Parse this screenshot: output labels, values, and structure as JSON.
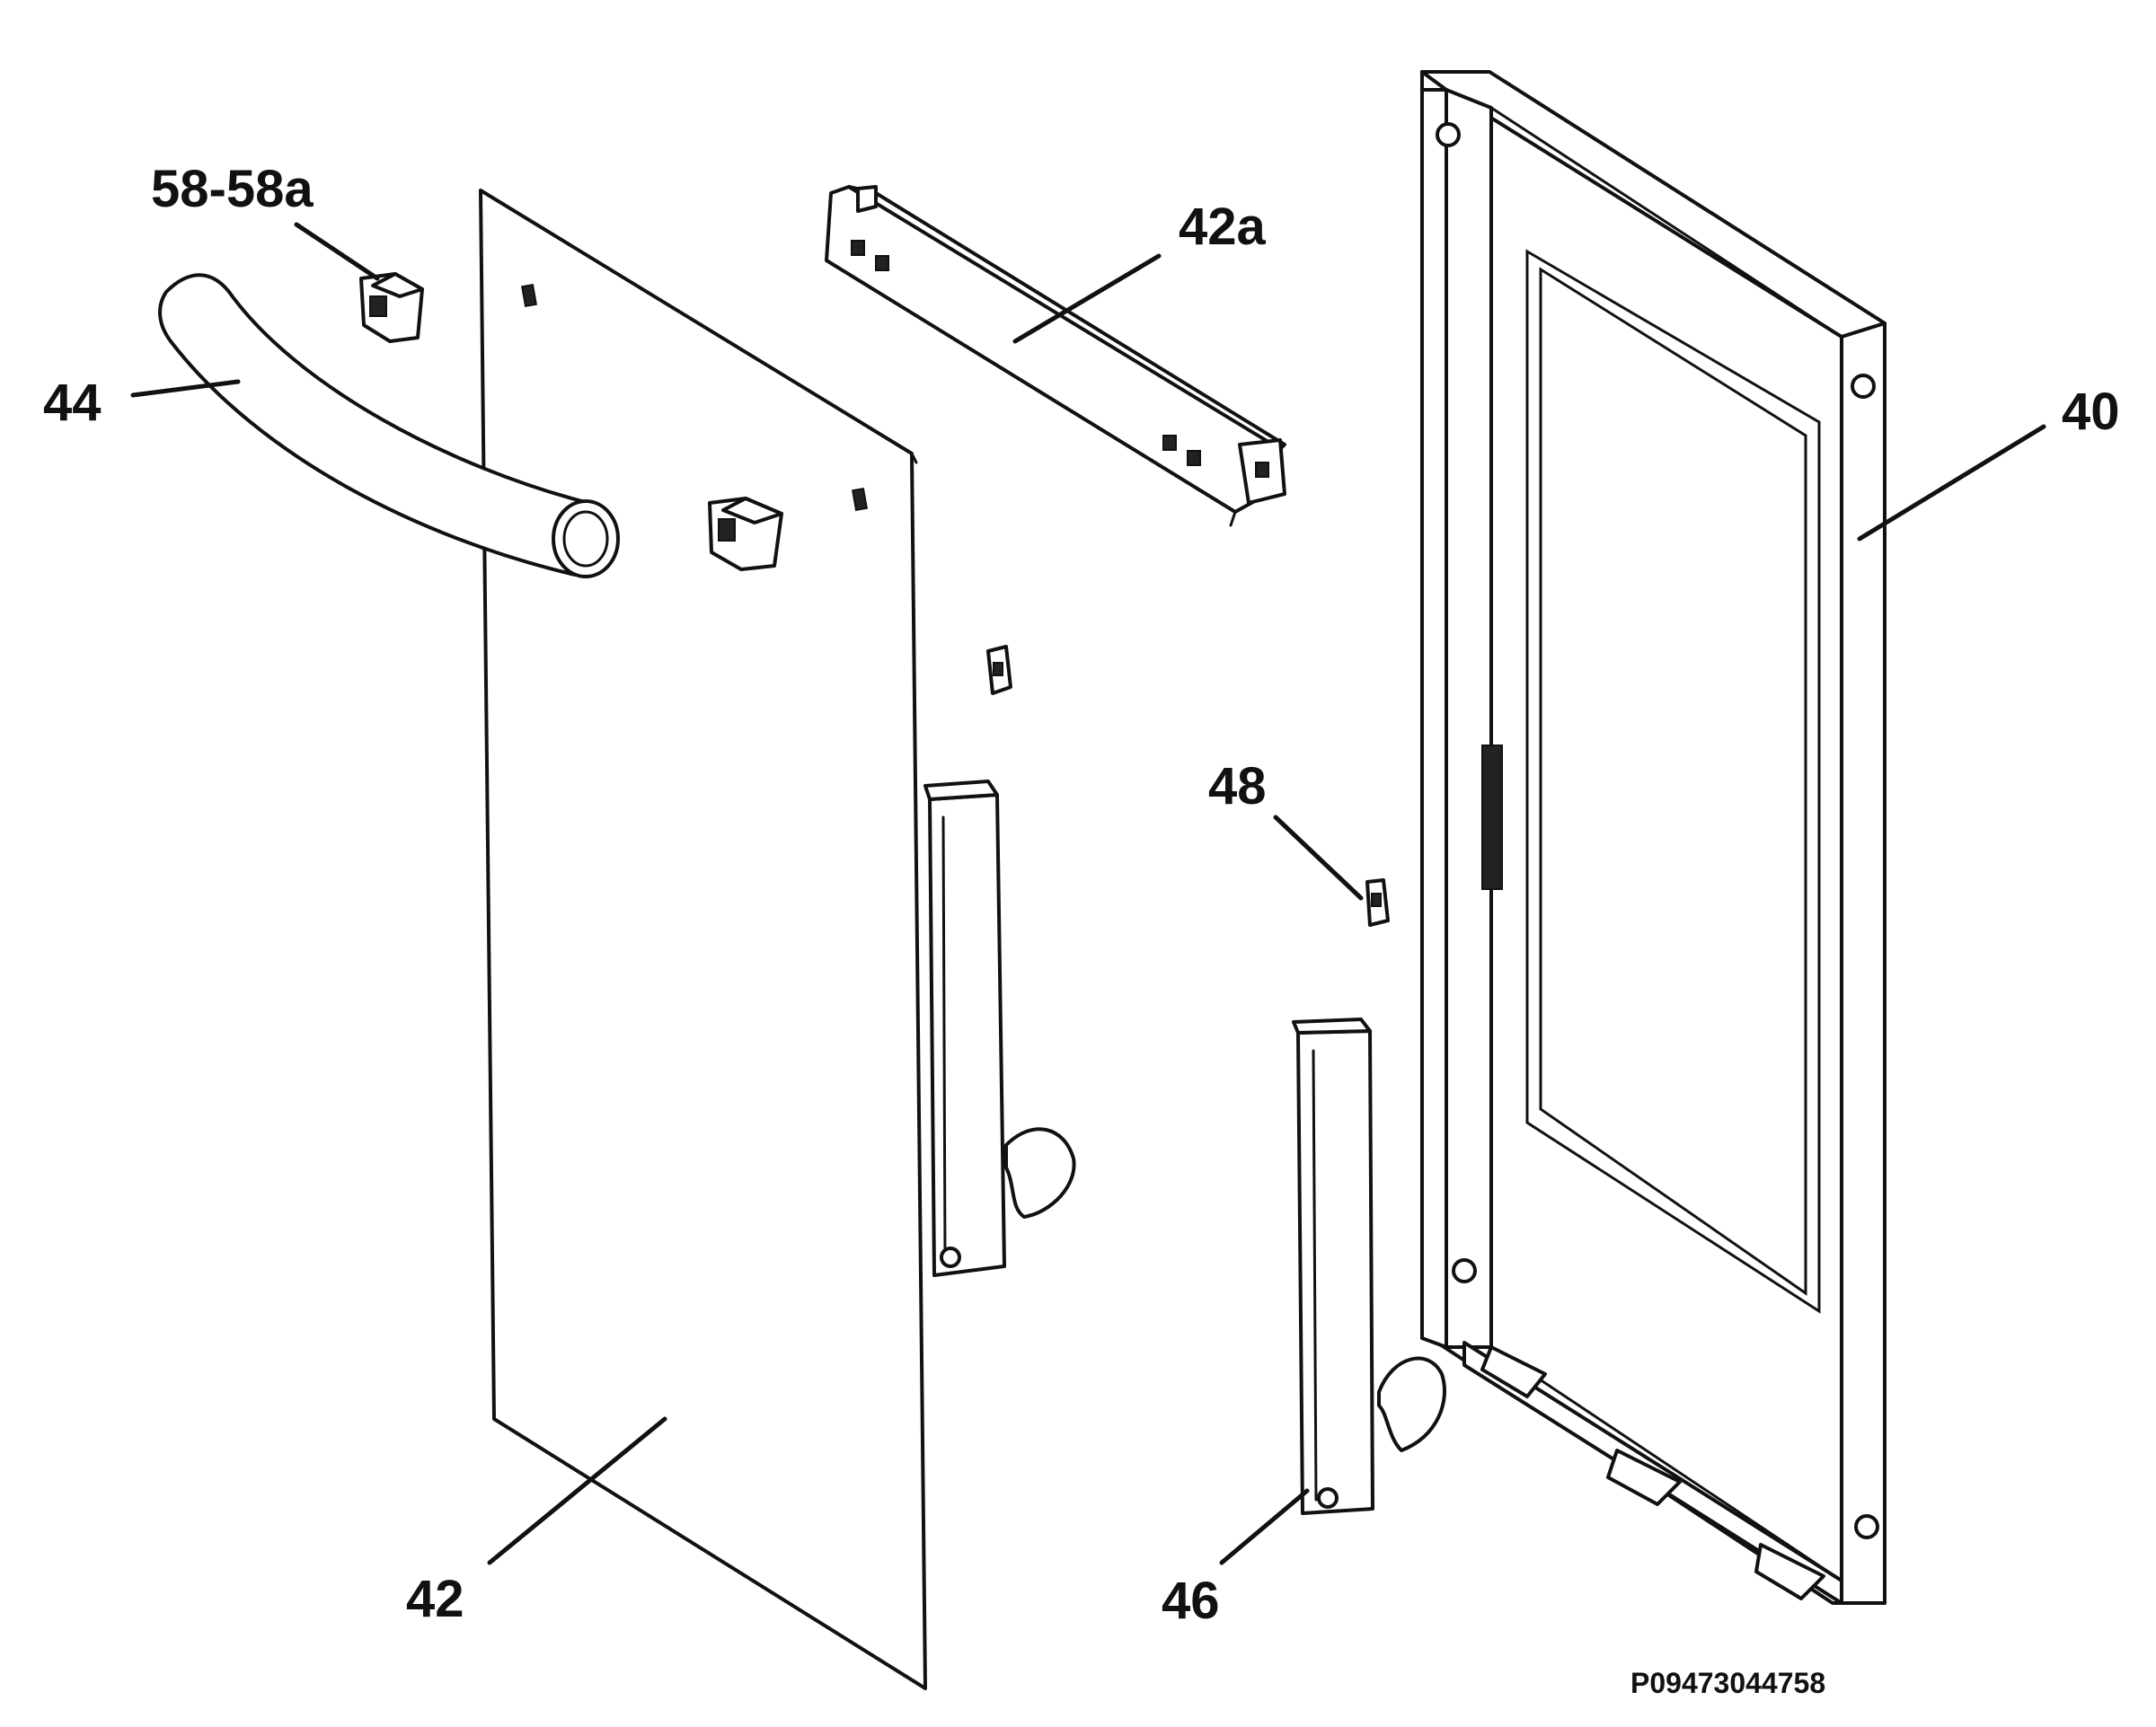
{
  "labels": {
    "handle_clips": "58-58a",
    "handle": "44",
    "top_profile": "42a",
    "door_frame": "40",
    "outer_panel": "42",
    "screw": "48",
    "hinge": "46"
  },
  "drawing_code": "P09473044758",
  "colors": {
    "line": "#111111",
    "background": "#ffffff"
  }
}
